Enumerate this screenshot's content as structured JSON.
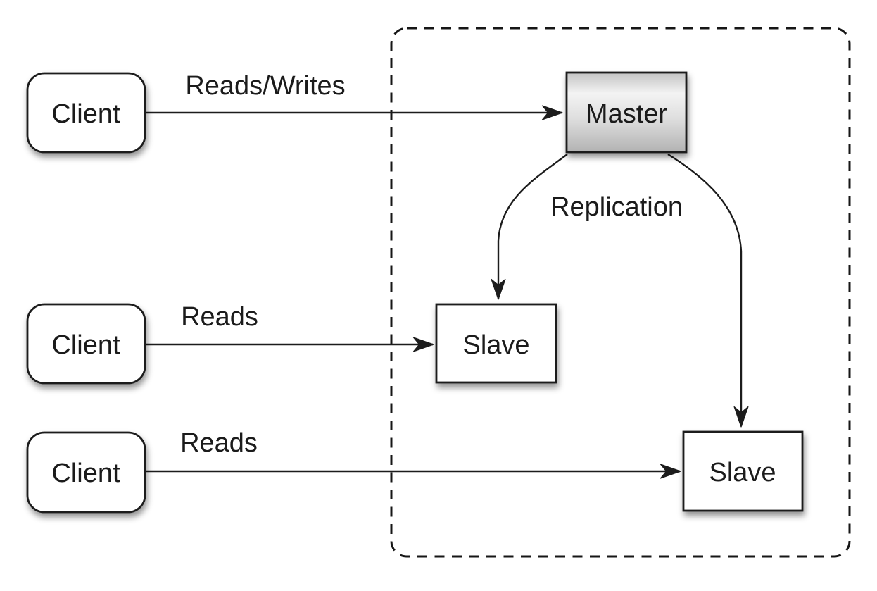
{
  "diagram": {
    "type": "master-slave-replication-diagram",
    "colors": {
      "background": "#ffffff",
      "line": "#1c1c1c",
      "text": "#1b1b1b",
      "node_fill": "#ffffff",
      "master_gradient_top": "#c3c3c3",
      "master_gradient_highlight": "#f3f3f3",
      "master_gradient_mid": "#dedede",
      "master_gradient_bottom": "#b2b2b2"
    },
    "nodes": {
      "client1": {
        "label": "Client"
      },
      "client2": {
        "label": "Client"
      },
      "client3": {
        "label": "Client"
      },
      "master": {
        "label": "Master"
      },
      "slave1": {
        "label": "Slave"
      },
      "slave2": {
        "label": "Slave"
      }
    },
    "edges": {
      "client1_master": {
        "label": "Reads/Writes"
      },
      "client2_slave1": {
        "label": "Reads"
      },
      "client3_slave2": {
        "label": "Reads"
      },
      "replication": {
        "label": "Replication"
      }
    }
  }
}
